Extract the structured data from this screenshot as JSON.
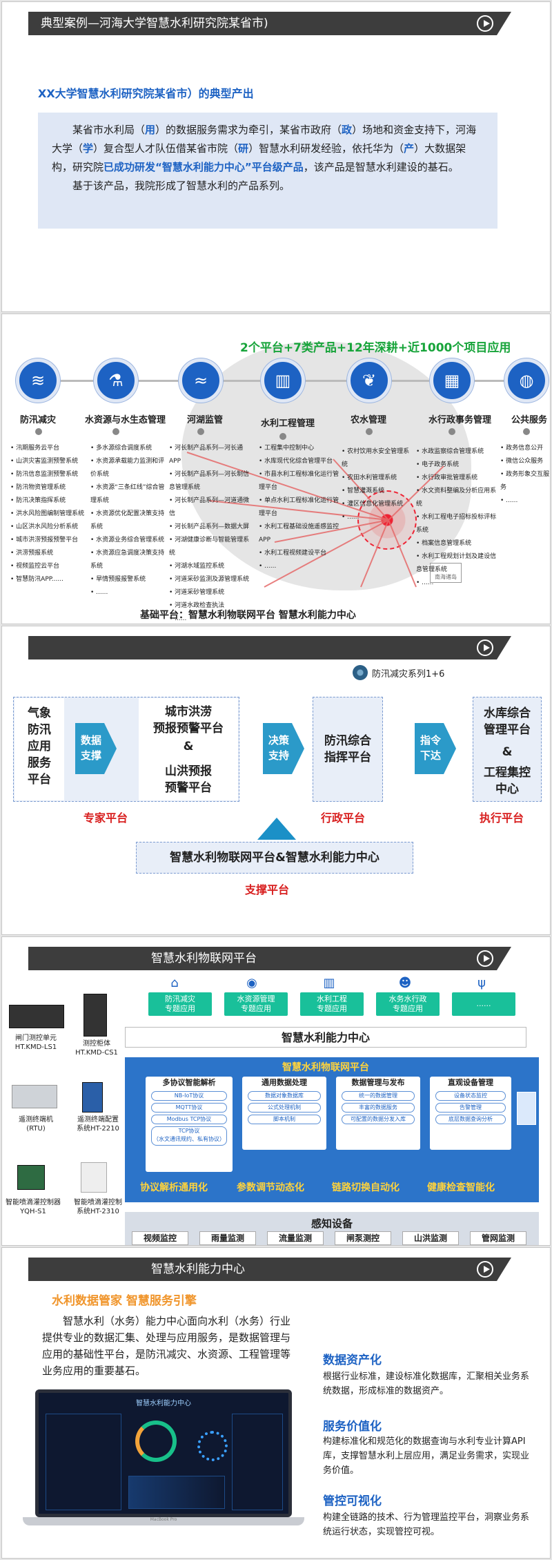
{
  "s1": {
    "header": "典型案例—河海大学智慧水利研究院某省市)",
    "subtitle": "XX大学智慧水利研究院某省市）的典型产出",
    "p1": [
      "某省市水利局（",
      "用",
      "）的数据服务需求为牵引，某省市政府（",
      "政",
      "）场地和资金支持下，河海大学（",
      "学",
      "）复合型人才队伍借某省市院（",
      "研",
      "）智慧水利研发经验，依托华为（",
      "产",
      "）大数据架构，研究院",
      "已成功研发“智慧水利能力中心”平台级产品",
      "，该产品是智慧水利建设的基石。"
    ],
    "p2": "基于该产品，我院形成了智慧水利的产品系列。"
  },
  "s2": {
    "title": "2个平台+7类产品+12年深耕+近1000个项目应用",
    "footer": "基础平台：智慧水利物联网平台   智慧水利能力中心",
    "map_note": "南海诸岛",
    "nodes": [
      {
        "label": "防汛减灾",
        "items": [
          "汛期服务云平台",
          "山洪灾害监测预警系统",
          "防汛信息监测预警系统",
          "防汛物资管理系统",
          "防汛决策指挥系统",
          "洪水风险图编制管理系统",
          "山区洪水风险分析系统",
          "城市洪涝预报预警平台",
          "洪涝预报系统",
          "视频监控云平台",
          "智慧防汛APP......"
        ]
      },
      {
        "label": "水资源与水生态管理",
        "items": [
          "多水源综合调度系统",
          "水资源承载能力监测和评价系统",
          "水资源“三条红线”综合管理系统",
          "水资源优化配置决策支持系统",
          "水资源业务综合管理系统",
          "水资源应急调度决策支持系统",
          "旱情预报报警系统",
          "......"
        ]
      },
      {
        "label": "河湖监管",
        "items": [
          "河长制产品系列—河长通APP",
          "河长制产品系列—河长制信息管理系统",
          "河长制产品系列—河道通微信",
          "河长制产品系列—数据大屏",
          "河湖健康诊断与智能管理系统",
          "河湖水域监控系统",
          "河道采砂监测及源管理系统",
          "河道采砂管理系统",
          "河道水政检查执法",
          "......"
        ]
      },
      {
        "label": "水利工程管理",
        "items": [
          "工程集中控制中心",
          "水库现代化综合管理平台",
          "市县水利工程标准化运行管理平台",
          "单点水利工程标准化运行管理平台",
          "水利工程基础设施遥感监控APP",
          "水利工程视频建设平台",
          "......"
        ]
      },
      {
        "label": "农水管理",
        "items": [
          "农村饮用水安全管理系统",
          "农田水利管理系统",
          "智慧灌溉系统",
          "灌区信息化管理系统",
          "......"
        ]
      },
      {
        "label": "水行政事务管理",
        "items": [
          "水政监察综合管理系统",
          "电子政务系统",
          "水行政审批管理系统",
          "水文资料整编及分析应用系统",
          "水利工程电子招标投标评标系统",
          "档案信息管理系统",
          "水利工程规划计划及建设信息管理系统",
          "......"
        ]
      },
      {
        "label": "公共服务",
        "items": [
          "政务信息公开",
          "微信公众服务",
          "政务形象交互服务",
          "......"
        ]
      }
    ]
  },
  "s3": {
    "badge": "防汛减灾系列1+6",
    "expert_title": "气象\n防汛\n应用\n服务\n平台",
    "city": "城市洪涝\n预报预警平台",
    "amp": "&",
    "mountain": "山洪预报\n预警平台",
    "arrow1": "数据\n支撑",
    "arrow2": "决策\n支持",
    "admin": "防汛综合\n指挥平台",
    "arrow3": "指令\n下达",
    "reservoir": "水库综合\n管理平台",
    "amp2": "&",
    "project": "工程集控\n中心",
    "label_expert": "专家平台",
    "label_admin": "行政平台",
    "label_exec": "执行平台",
    "support_title": "智慧水利物联网平台&智慧水利能力中心",
    "label_support": "支撑平台"
  },
  "s4": {
    "header": "智慧水利物联网平台",
    "cards": [
      "防汛减灾\n专题应用",
      "水资源管理\n专题应用",
      "水利工程\n专题应用",
      "水务水行政\n专题应用",
      "......"
    ],
    "center": "智慧水利能力中心",
    "platform": "智慧水利物联网平台",
    "sections": [
      {
        "title": "多协议智能解析",
        "items": [
          "NB-IoT协议",
          "MQTT协议",
          "Modbus TCP协议",
          "TCP协议\n（水文通讯规约、私有协议）"
        ]
      },
      {
        "title": "通用数据处理",
        "items": [
          "数据对象数据库",
          "公式处理机制",
          "脚本机制"
        ]
      },
      {
        "title": "数据管理与发布",
        "items": [
          "统一的数据管理",
          "丰富的数据服务",
          "可配置的数据分发入库"
        ]
      },
      {
        "title": "直观设备管理",
        "items": [
          "设备状态监控",
          "告警管理",
          "底层数据查询分析"
        ]
      }
    ],
    "captions": [
      "协议解析通用化",
      "参数调节动态化",
      "链路切换自动化",
      "健康检查智能化"
    ],
    "sense": "感知设备",
    "sense_items": [
      "视频监控",
      "雨量监测",
      "流量监测",
      "闸泵测控",
      "山洪监测",
      "管网监测"
    ],
    "devices": [
      "闸门测控单元\nHT.KMD-LS1",
      "测控柜体\nHT.KMD-CS1",
      "遥测终端机\n(RTU)",
      "遥测终端配置\n系统HT-2210",
      "智能喷滴灌控制器\nYQH-S1",
      "智能喷滴灌控制\n系统HT-2310"
    ]
  },
  "s5": {
    "header": "智慧水利能力中心",
    "headline": "水利数据管家 智慧服务引擎",
    "para": "智慧水利（水务）能力中心面向水利（水务）行业提供专业的数据汇集、处理与应用服务，是数据管理与应用的基础性平台，是防汛减灾、水资源、工程管理等业务应用的重要基石。",
    "screen_title": "智慧水利能力中心",
    "brand": "MacBook Pro",
    "right": [
      {
        "h": "数据资产化",
        "p": "根据行业标准，建设标准化数据库，汇聚相关业务系统数据，形成标准的数据资产。"
      },
      {
        "h": "服务价值化",
        "p": "构建标准化和规范化的数据查询与水利专业计算API库，支撑智慧水利上层应用，满足业务需求，实现业务价值。"
      },
      {
        "h": "管控可视化",
        "p": "构建全链路的技术、行为管理监控平台，洞察业务系统运行状态，实现管控可视。"
      }
    ]
  }
}
